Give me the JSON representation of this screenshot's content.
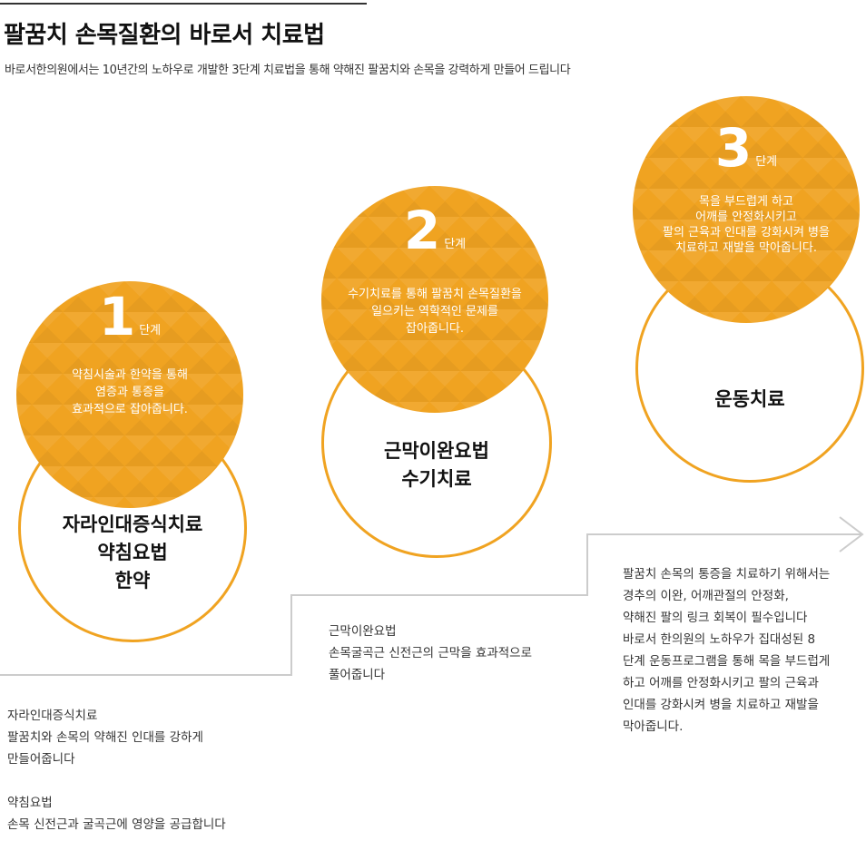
{
  "header": {
    "title": "팔꿈치 손목질환의 바로서 치료법",
    "subtitle": "바로서한의원에서는 10년간의 노하우로 개발한 3단계 치료법을 통해 약해진 팔꿈치와 손목을 강력하게 만들어 드립니다"
  },
  "colors": {
    "accent": "#f0a321",
    "connector": "#cccccc"
  },
  "steps": [
    {
      "number": "1",
      "unit": "단계",
      "description": [
        "약침시술과 한약을 통해",
        "염증과 통증을",
        "효과적으로 잡아줍니다."
      ],
      "therapies": [
        "자라인대증식치료",
        "약침요법",
        "한약"
      ]
    },
    {
      "number": "2",
      "unit": "단계",
      "description": [
        "수기치료를 통해 팔꿈치 손목질환을",
        "일으키는 역학적인 문제를",
        "잡아줍니다."
      ],
      "therapies": [
        "근막이완요법",
        "수기치료"
      ]
    },
    {
      "number": "3",
      "unit": "단계",
      "description": [
        "목을 부드럽게 하고",
        "어깨를 안정화시키고",
        "팔의 근육과 인대를 강화시켜 병을",
        "치료하고 재발을 막아줍니다."
      ],
      "therapies": [
        "운동치료"
      ]
    }
  ],
  "notes": {
    "step1": [
      "자라인대증식치료",
      "팔꿈치와 손목의 약해진 인대를 강하게",
      "만들어줍니다",
      "",
      "약침요법",
      "손목 신전근과 굴곡근에 영양을 공급합니다"
    ],
    "step2": [
      "근막이완요법",
      "손목굴곡근 신전근의 근막을 효과적으로",
      "풀어줍니다"
    ],
    "step3": [
      "팔꿈치 손목의 통증을 치료하기 위해서는",
      "경추의 이완,  어깨관절의 안정화,",
      "약해진 팔의 링크 회복이 필수입니다",
      "바로서 한의원의 노하우가 집대성된 8",
      "단계 운동프로그램을 통해 목을 부드럽게",
      "하고 어깨를 안정화시키고 팔의 근육과",
      "인대를 강화시켜 병을 치료하고 재발을",
      "막아줍니다."
    ]
  }
}
